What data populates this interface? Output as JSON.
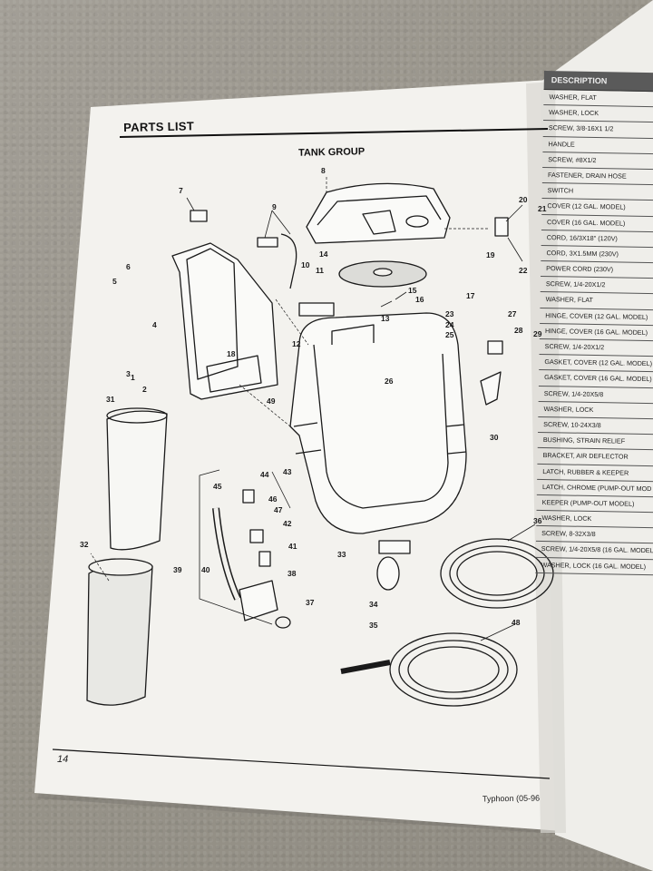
{
  "header": {
    "title": "PARTS LIST"
  },
  "diagram": {
    "group_title": "TANK GROUP",
    "callouts": [
      "1",
      "2",
      "3",
      "4",
      "5",
      "6",
      "7",
      "8",
      "9",
      "10",
      "11",
      "12",
      "13",
      "14",
      "15",
      "16",
      "17",
      "18",
      "19",
      "20",
      "21",
      "22",
      "23",
      "24",
      "25",
      "26",
      "27",
      "28",
      "29",
      "30",
      "31",
      "32",
      "33",
      "34",
      "35",
      "36",
      "37",
      "38",
      "39",
      "40",
      "41",
      "42",
      "43",
      "44",
      "45",
      "46",
      "47",
      "48",
      "49"
    ]
  },
  "footer": {
    "page_number": "14",
    "model": "Typhoon (05-96"
  },
  "right_page": {
    "header": "DESCRIPTION",
    "items": [
      "WASHER, FLAT",
      "WASHER, LOCK",
      "SCREW, 3/8-16X1 1/2",
      "HANDLE",
      "SCREW, #8X1/2",
      "FASTENER, DRAIN HOSE",
      "SWITCH",
      "COVER (12 GAL. MODEL)",
      "COVER (16 GAL. MODEL)",
      "CORD, 16/3X18\" (120V)",
      "CORD, 3X1.5MM (230V)",
      "POWER CORD (230V)",
      "SCREW, 1/4-20X1/2",
      "WASHER, FLAT",
      "HINGE, COVER (12 GAL. MODEL)",
      "HINGE, COVER (16 GAL. MODEL)",
      "SCREW, 1/4-20X1/2",
      "GASKET, COVER (12 GAL. MODEL)",
      "GASKET, COVER (16 GAL. MODEL)",
      "SCREW, 1/4-20X5/8",
      "WASHER, LOCK",
      "SCREW, 10-24X3/8",
      "BUSHING, STRAIN RELIEF",
      "BRACKET, AIR DEFLECTOR",
      "LATCH, RUBBER & KEEPER",
      "LATCH, CHROME (PUMP-OUT MOD",
      "KEEPER (PUMP-OUT MODEL)",
      "WASHER, LOCK",
      "SCREW, 8-32X3/8",
      "SCREW, 1/4-20X5/8 (16 GAL. MODEL)",
      "WASHER, LOCK (16 GAL. MODEL)"
    ]
  }
}
